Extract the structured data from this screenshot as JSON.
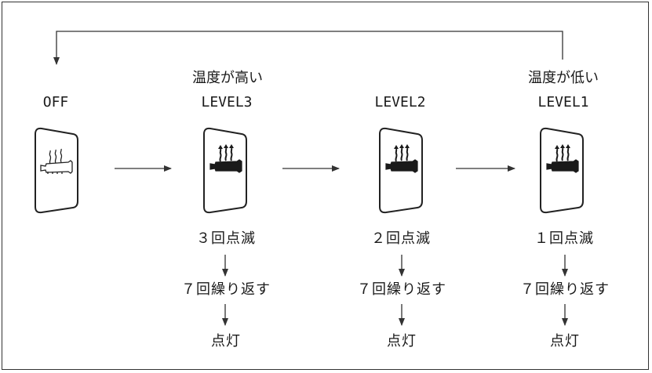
{
  "conditions": {
    "high_temp": "温度が高い",
    "low_temp": "温度が低い"
  },
  "states": [
    {
      "id": "off",
      "label": "OFF",
      "icon": "heated-grip-off-icon"
    },
    {
      "id": "level3",
      "label": "LEVEL3",
      "icon": "heated-grip-level3-icon",
      "blink": "３回点滅",
      "repeat": "７回繰り返す",
      "result": "点灯"
    },
    {
      "id": "level2",
      "label": "LEVEL2",
      "icon": "heated-grip-level2-icon",
      "blink": "２回点滅",
      "repeat": "７回繰り返す",
      "result": "点灯"
    },
    {
      "id": "level1",
      "label": "LEVEL1",
      "icon": "heated-grip-level1-icon",
      "blink": "１回点滅",
      "repeat": "７回繰り返す",
      "result": "点灯"
    }
  ],
  "colors": {
    "line": "#333333",
    "icon_fill": "#1a1a1a",
    "background": "#ffffff"
  }
}
